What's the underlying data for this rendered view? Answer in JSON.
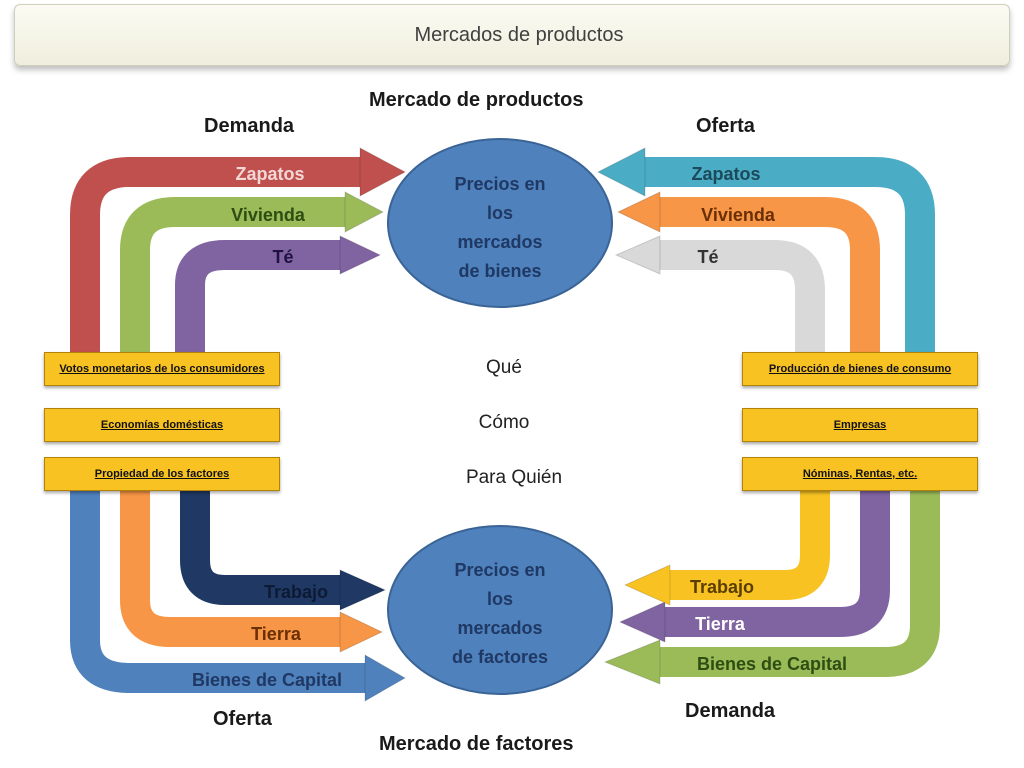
{
  "title": "Mercados de productos",
  "headings": {
    "top": "Mercado de productos",
    "bottom": "Mercado de factores",
    "demanda_top": "Demanda",
    "oferta_top": "Oferta",
    "oferta_bottom": "Oferta",
    "demanda_bottom": "Demanda"
  },
  "circles": {
    "goods": "Precios en\nlos\nmercados\nde bienes",
    "factors": "Precios en\nlos\nmercados\nde factores"
  },
  "left_boxes": [
    "Votos monetarios de los consumidores",
    "Economías domésticas",
    "Propiedad de los factores"
  ],
  "right_boxes": [
    "Producción de bienes de consumo",
    "Empresas",
    "Nóminas, Rentas, etc."
  ],
  "center_words": [
    "Qué",
    "Cómo",
    "Para Quién"
  ],
  "arrows": {
    "tl": [
      "Zapatos",
      "Vivienda",
      "Té"
    ],
    "tr": [
      "Zapatos",
      "Vivienda",
      "Té"
    ],
    "bl": [
      "Trabajo",
      "Tierra",
      "Bienes de Capital"
    ],
    "br": [
      "Trabajo",
      "Tierra",
      "Bienes de Capital"
    ]
  },
  "colors": {
    "red": "#c0504d",
    "green": "#9bbb59",
    "purple": "#8064a2",
    "teal": "#4bacc6",
    "orange": "#f79646",
    "gray": "#d9d9d9",
    "blue": "#4f81bd",
    "navy": "#1f3864",
    "yellow": "#f8c322",
    "circle": "#4f81bd"
  }
}
